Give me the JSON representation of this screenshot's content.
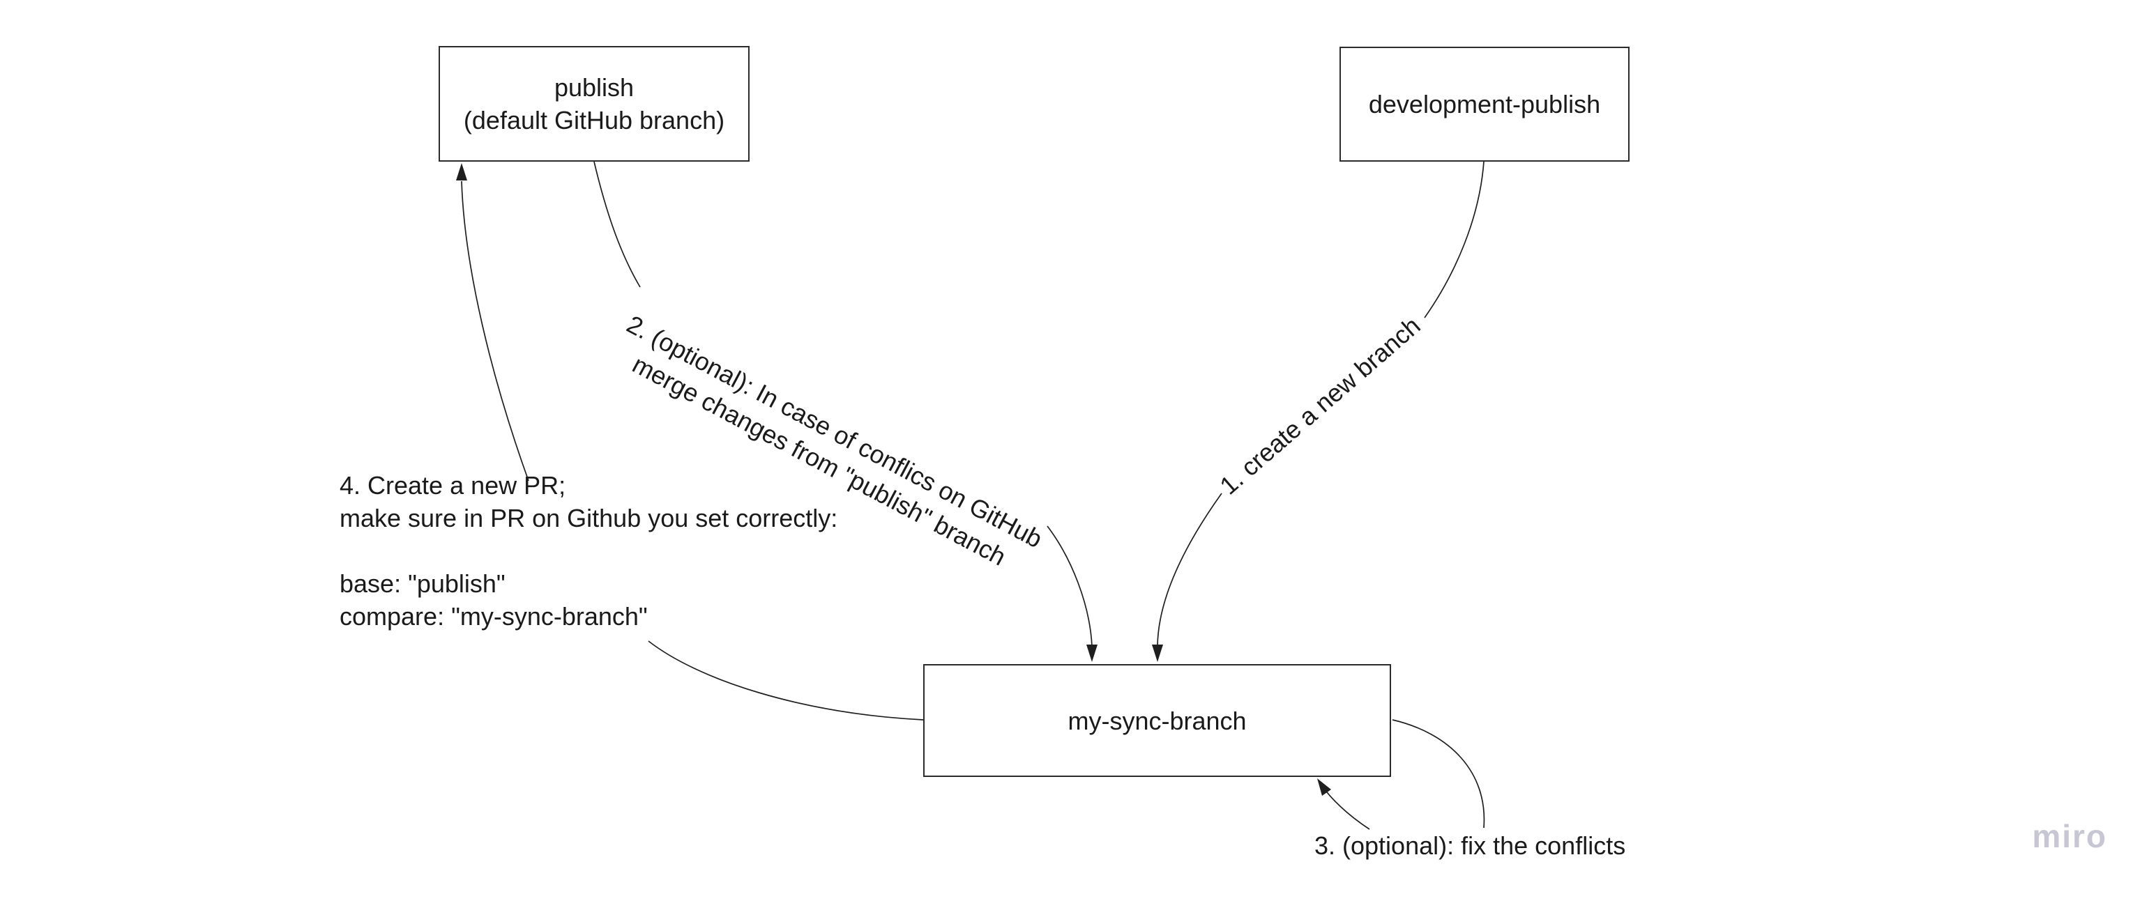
{
  "colors": {
    "background": "#ffffff",
    "line": "#1f1f1f",
    "node_border": "#2b2b2b",
    "text": "#1a1a1a",
    "watermark": "#c7c7d3"
  },
  "nodes": [
    {
      "id": "publish",
      "label": "publish\n(default GitHub branch)"
    },
    {
      "id": "development-publish",
      "label": "development-publish"
    },
    {
      "id": "my-sync-branch",
      "label": "my-sync-branch"
    }
  ],
  "edges": [
    {
      "id": "step-1",
      "from": "development-publish",
      "to": "my-sync-branch",
      "label": "1. create a new branch"
    },
    {
      "id": "step-2",
      "from": "publish",
      "to": "my-sync-branch",
      "label": "2. (optional): In case of conflics on GitHub\nmerge changes from \"publish\" branch"
    },
    {
      "id": "step-3",
      "from": "my-sync-branch",
      "to": "my-sync-branch",
      "label": "3. (optional): fix the conflicts"
    },
    {
      "id": "step-4",
      "from": "my-sync-branch",
      "to": "publish",
      "label": "4. Create a new PR;\nmake sure in PR on Github you set correctly:\n\nbase: \"publish\"\ncompare: \"my-sync-branch\""
    }
  ],
  "watermark": {
    "label": "miro"
  }
}
